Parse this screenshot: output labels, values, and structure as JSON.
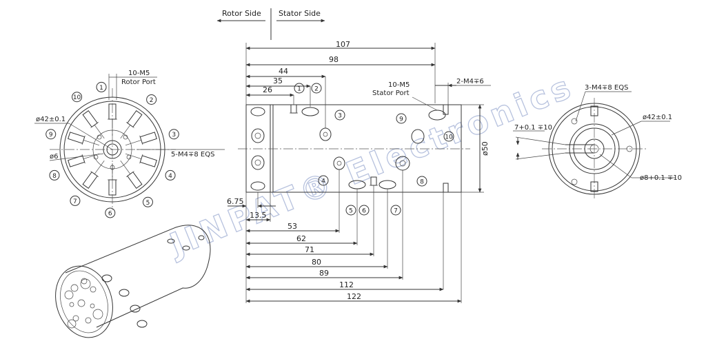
{
  "header": {
    "rotor_side": "Rotor Side",
    "stator_side": "Stator Side"
  },
  "watermark": "JINPAT® Electronics",
  "left_view": {
    "rotor_port_qty": "10-M5",
    "rotor_port_name": "Rotor Port",
    "hole_note": "5-M4∓8 EQS",
    "dia_outer": "ø42±0.1",
    "dia_inner": "ø6"
  },
  "side_view": {
    "top_dims": [
      "107",
      "98",
      "44",
      "35",
      "26"
    ],
    "right_dim": "2-M4∓6",
    "stator_port_qty": "10-M5",
    "stator_port_name": "Stator Port",
    "height_dim": "ø50",
    "bottom_dims": [
      "6.75",
      "13.5",
      "53",
      "62",
      "71",
      "80",
      "89",
      "112",
      "122"
    ]
  },
  "right_view": {
    "hole_note": "3-M4∓8 EQS",
    "dia_outer": "ø42±0.1",
    "key_dim": "7+0.1 ∓10",
    "bore_dim": "ø8+0.1 ∓10"
  },
  "ports": [
    "1",
    "2",
    "3",
    "4",
    "5",
    "6",
    "7",
    "8",
    "9",
    "10"
  ]
}
